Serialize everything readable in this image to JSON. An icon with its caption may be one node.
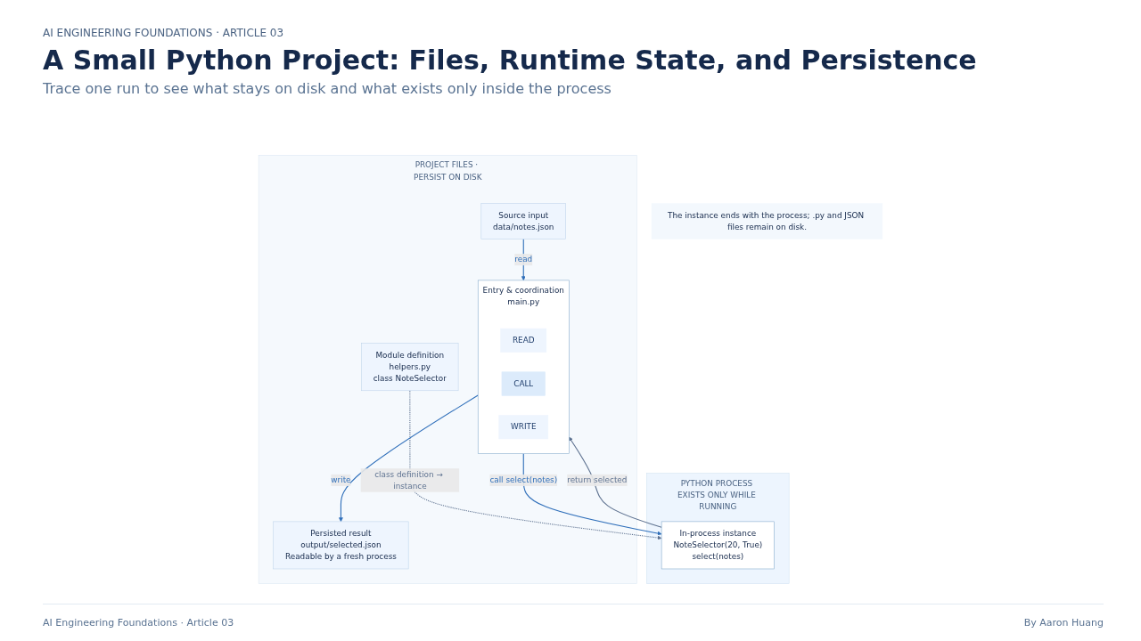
{
  "diagram": {
    "title": "A Small Python Project: Files, Runtime State, and Persistence",
    "nodes": [
      {
        "text": [
          "PROJECT FILES · PERSIST ON DISK"
        ]
      },
      {
        "text": [
          "Source input",
          "data/notes.json"
        ],
        "in": 0
      },
      {
        "text": [
          "Entry & coordination",
          "main.py"
        ],
        "in": 0
      },
      {
        "text": [
          "READ"
        ],
        "in": 2
      },
      {
        "text": [
          "CALL"
        ],
        "in": 2
      },
      {
        "text": [
          "WRITE"
        ],
        "in": 2
      },
      {
        "text": [
          "Persisted result",
          "output/selected.json",
          "Readable by a fresh process"
        ],
        "in": 0
      },
      {
        "text": [
          "Module definition",
          "helpers.py",
          "class NoteSelector"
        ],
        "in": 0
      },
      {
        "text": [
          "PYTHON PROCESS EXISTS ONLY WHILE RUNNING"
        ]
      },
      {
        "text": [
          "In-process instance",
          "NoteSelector(20, True)",
          "select(notes)"
        ],
        "in": 8
      },
      {
        "text": [
          "The instance ends with the process; .py and JSON files remain on disk."
        ]
      }
    ],
    "edges": [
      {
        "from": 1,
        "to": 2,
        "arrow": "to",
        "label": "read"
      },
      {
        "from": 2,
        "to": 6,
        "arrow": "to",
        "label": "write"
      },
      {
        "from": 2,
        "to": 9,
        "arrow": "to",
        "label": "call select(notes)"
      },
      {
        "from": 9,
        "to": 2,
        "arrow": "to",
        "label": "return selected",
        "color": "#5f7391"
      },
      {
        "from": 7,
        "to": 9,
        "arrow": "to",
        "label": "class definition → instance",
        "style": "dashed",
        "color": "#5f7391"
      }
    ],
    "labels": [
      "AI ENGINEERING FOUNDATIONS · ARTICLE 03",
      "Trace one run to see what stays on disk and what exists only inside the process",
      "AI Engineering Foundations · Article 03",
      "By Aaron Huang"
    ]
  }
}
